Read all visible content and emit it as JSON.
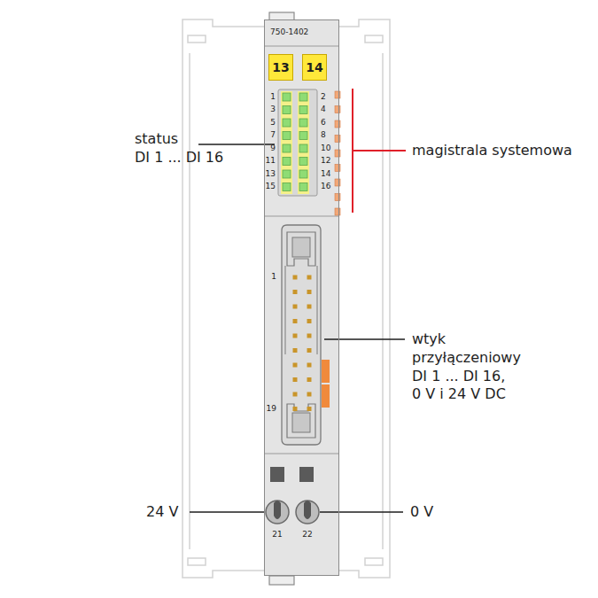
{
  "diagram": {
    "nodes": [
      {
        "text": [
          "750-1402"
        ]
      },
      {
        "text": [
          "13"
        ],
        "in": 0
      },
      {
        "text": [
          "14"
        ],
        "in": 0
      }
    ],
    "labels": [
      "status DI 1 ... DI 16",
      "magistrala systemowa",
      "wtyk przyłączeniowy DI 1 ... DI 16, 0 V i 24 V DC",
      "24 V",
      "0 V",
      "1",
      "3",
      "5",
      "7",
      "9",
      "11",
      "13",
      "15",
      "2",
      "4",
      "6",
      "8",
      "10",
      "12",
      "14",
      "16",
      "1",
      "19",
      "21",
      "22"
    ]
  }
}
